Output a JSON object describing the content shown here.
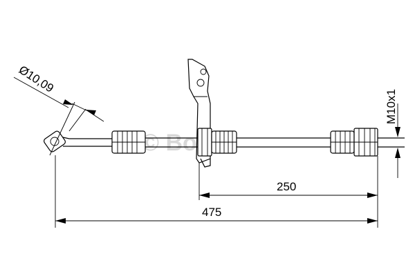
{
  "dimensions": {
    "overall_length": "475",
    "bracket_to_end": "250",
    "thread": "M10x1",
    "diameter": "Ø10,09"
  },
  "watermark": "© Bosch",
  "colors": {
    "line": "#000000",
    "background": "#ffffff",
    "watermark": "#d8d8d8"
  }
}
